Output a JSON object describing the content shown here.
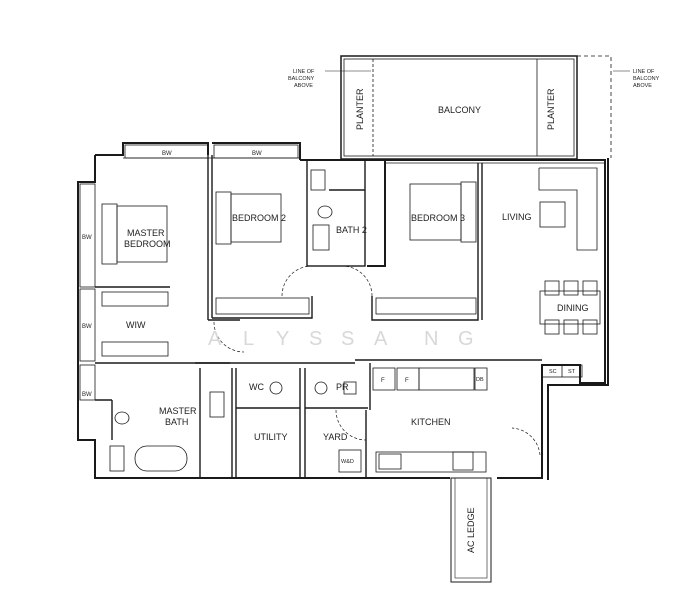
{
  "plan": {
    "type": "floor-plan",
    "watermark": [
      "A",
      "L",
      "Y",
      "S",
      "S",
      "A",
      "N",
      "G"
    ],
    "annotations": {
      "balcony_line_left": [
        "LINE OF",
        "BALCONY",
        "ABOVE"
      ],
      "balcony_line_right": [
        "LINE OF",
        "BALCONY",
        "ABOVE"
      ]
    },
    "rooms": {
      "balcony": "BALCONY",
      "planter_left": "PLANTER",
      "planter_right": "PLANTER",
      "master_bedroom": [
        "MASTER",
        "BEDROOM"
      ],
      "bedroom2": "BEDROOM 2",
      "bath2": "BATH 2",
      "bedroom3": "BEDROOM 3",
      "living": "LIVING",
      "dining": "DINING",
      "wiw": "WIW",
      "master_bath": [
        "MASTER",
        "BATH"
      ],
      "wc": "WC",
      "pr": "PR",
      "utility": "UTILITY",
      "yard": "YARD",
      "kitchen": "KITCHEN",
      "ac_ledge": "AC LEDGE"
    },
    "fixtures": {
      "bw": "BW",
      "fridge": "F",
      "dishwasher": "DB",
      "washer_dryer": "W&D",
      "sc": "SC",
      "st": "ST"
    },
    "colors": {
      "wall": "#1a1a1a",
      "line": "#333333",
      "watermark": "#d8d8d8",
      "background": "#ffffff"
    }
  }
}
